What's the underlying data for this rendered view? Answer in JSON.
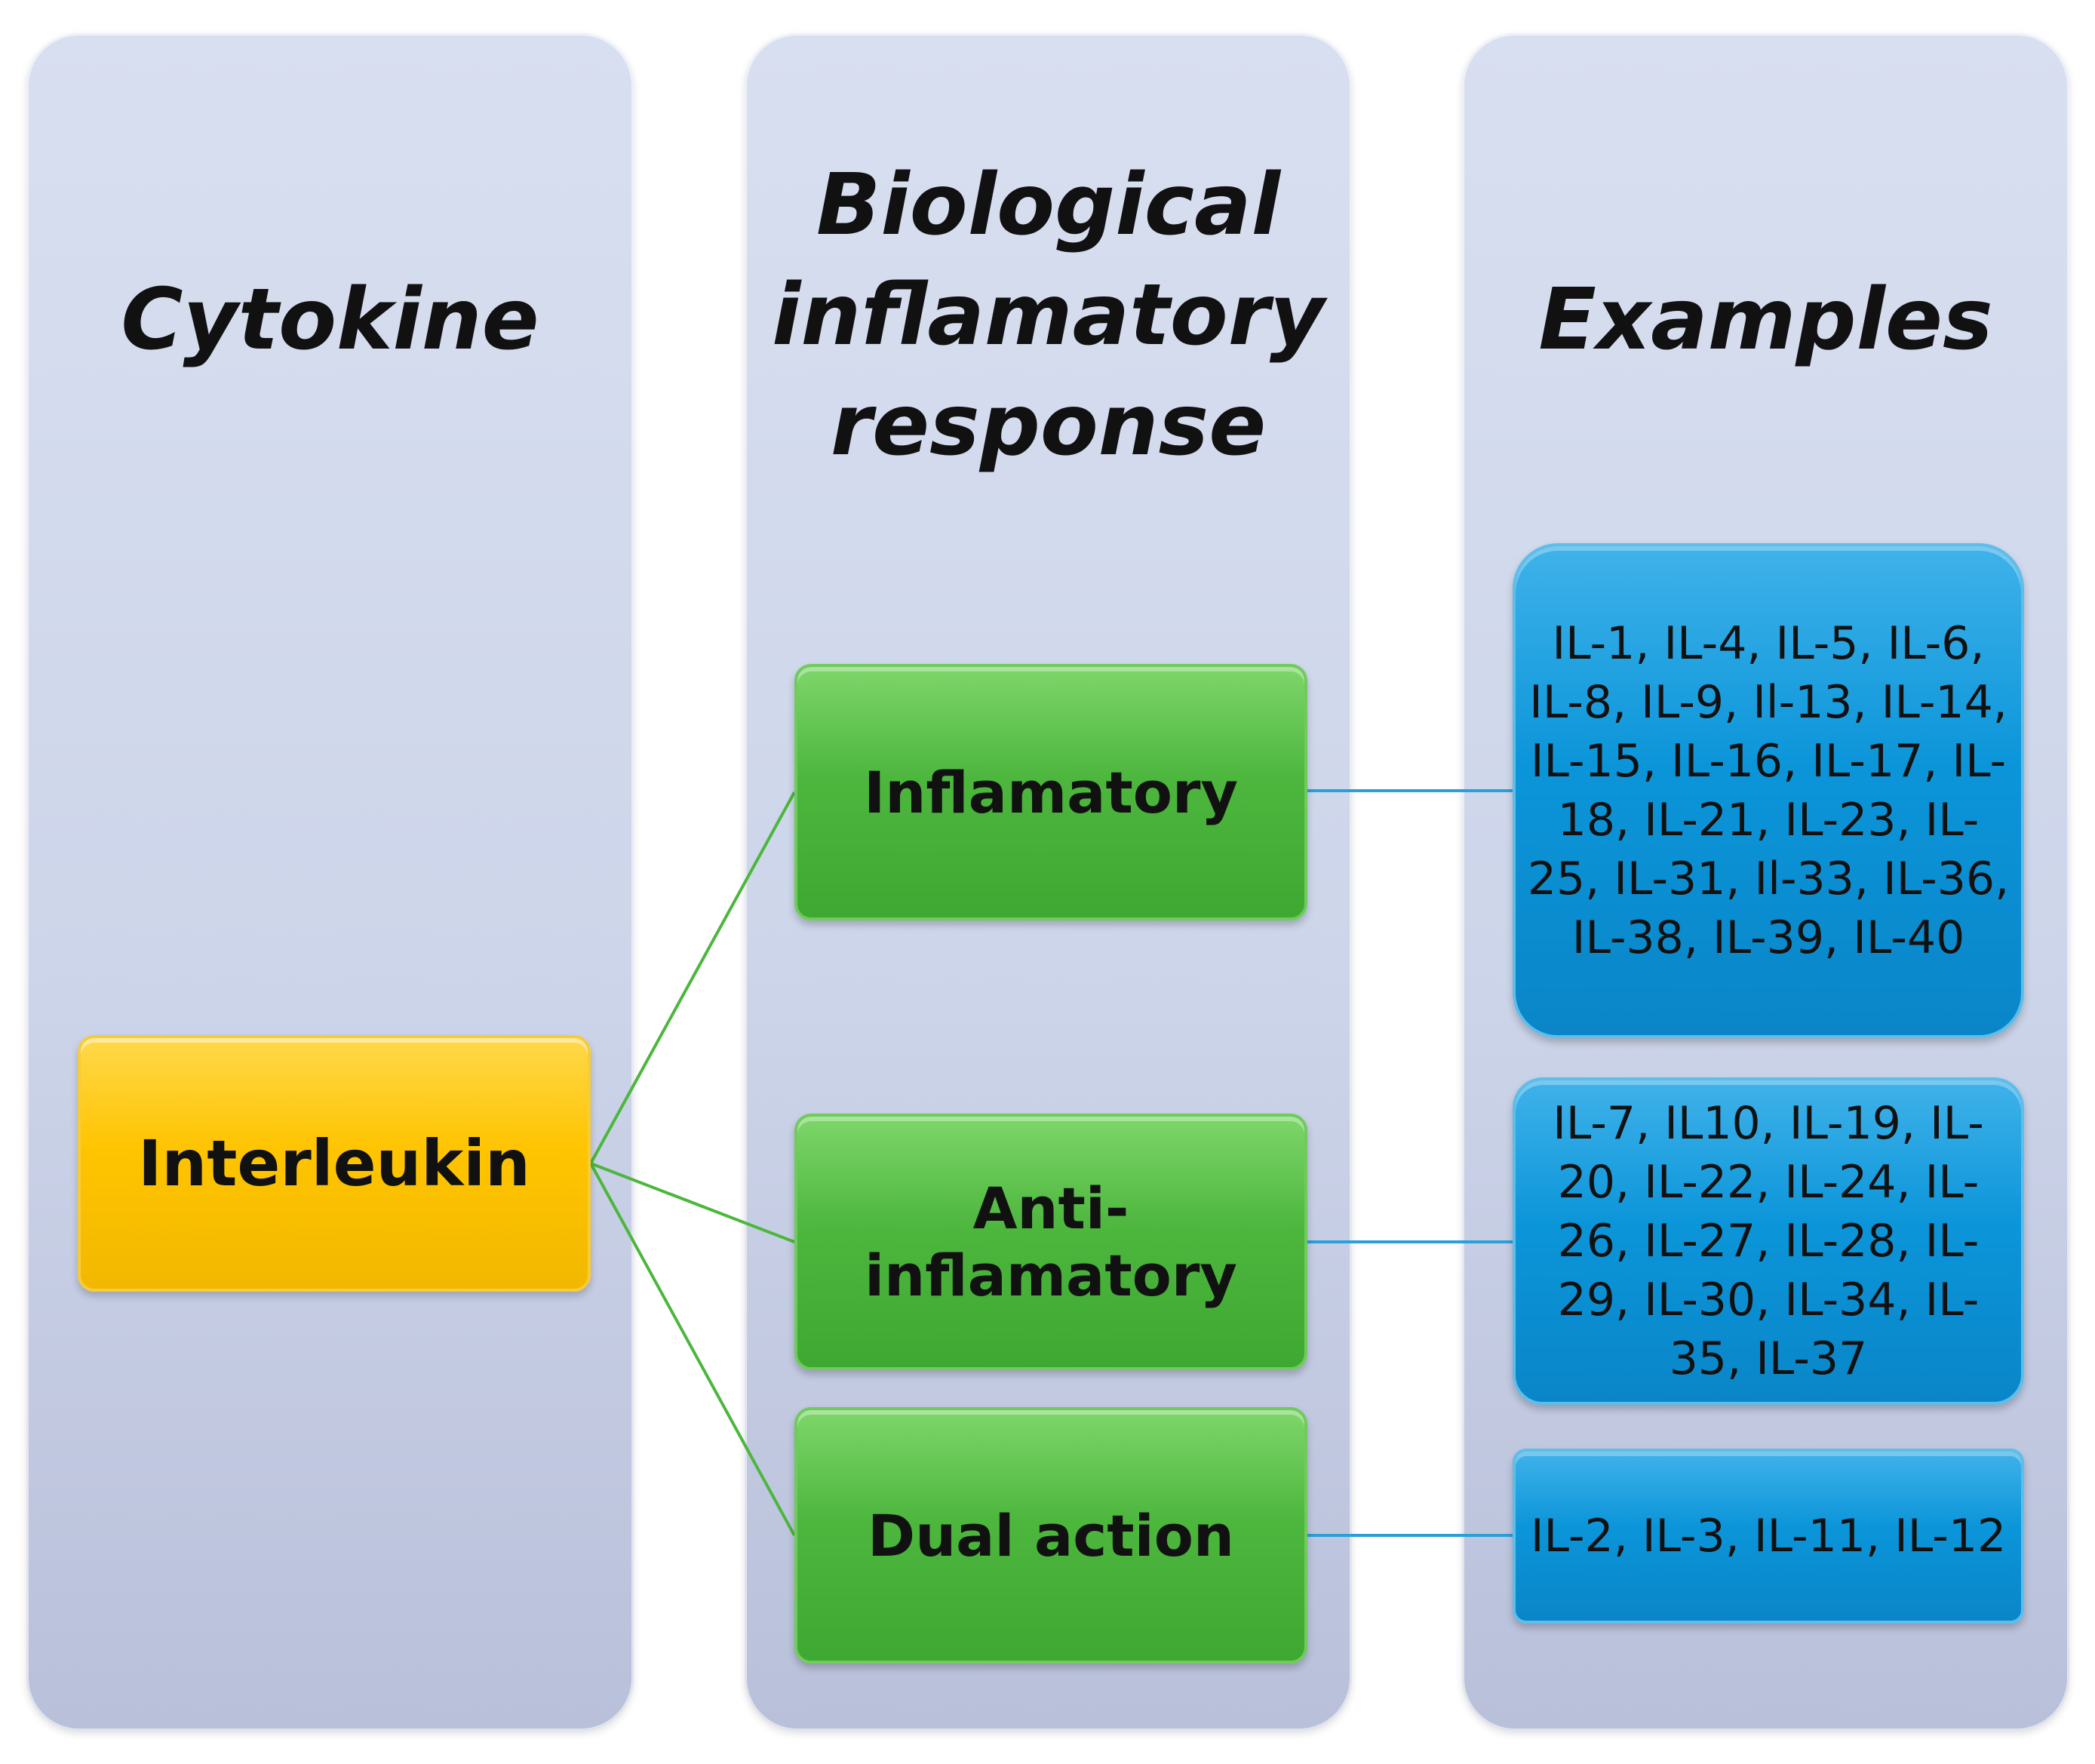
{
  "columns": {
    "cytokine": {
      "header": "Cytokine"
    },
    "response": {
      "header_lines": [
        "Biological",
        "inflamatory",
        "response"
      ]
    },
    "examples": {
      "header": "Examples"
    }
  },
  "root_node": {
    "label": "Interleukin",
    "color": "#FFC400"
  },
  "response_nodes": [
    {
      "label": "Inflamatory",
      "color": "#4CB63D"
    },
    {
      "label": "Anti-inflamatory",
      "color": "#4CB63D"
    },
    {
      "label": "Dual action",
      "color": "#4CB63D"
    }
  ],
  "example_nodes": [
    {
      "label": "IL-1, IL-4, IL-5, IL-6, IL-8, IL-9, Il-13, IL-14, IL-15, IL-16, IL-17, IL-18, IL-21, IL-23, IL-25, IL-31, Il-33, IL-36, IL-38, IL-39, IL-40",
      "color": "#0B95D9"
    },
    {
      "label": "IL-7, IL10, IL-19, IL-20, IL-22, IL-24, IL-26, IL-27, IL-28, IL-29, IL-30, IL-34, IL-35, IL-37",
      "color": "#0B95D9"
    },
    {
      "label": "IL-2, IL-3, IL-11, IL-12",
      "color": "#0B95D9"
    }
  ]
}
